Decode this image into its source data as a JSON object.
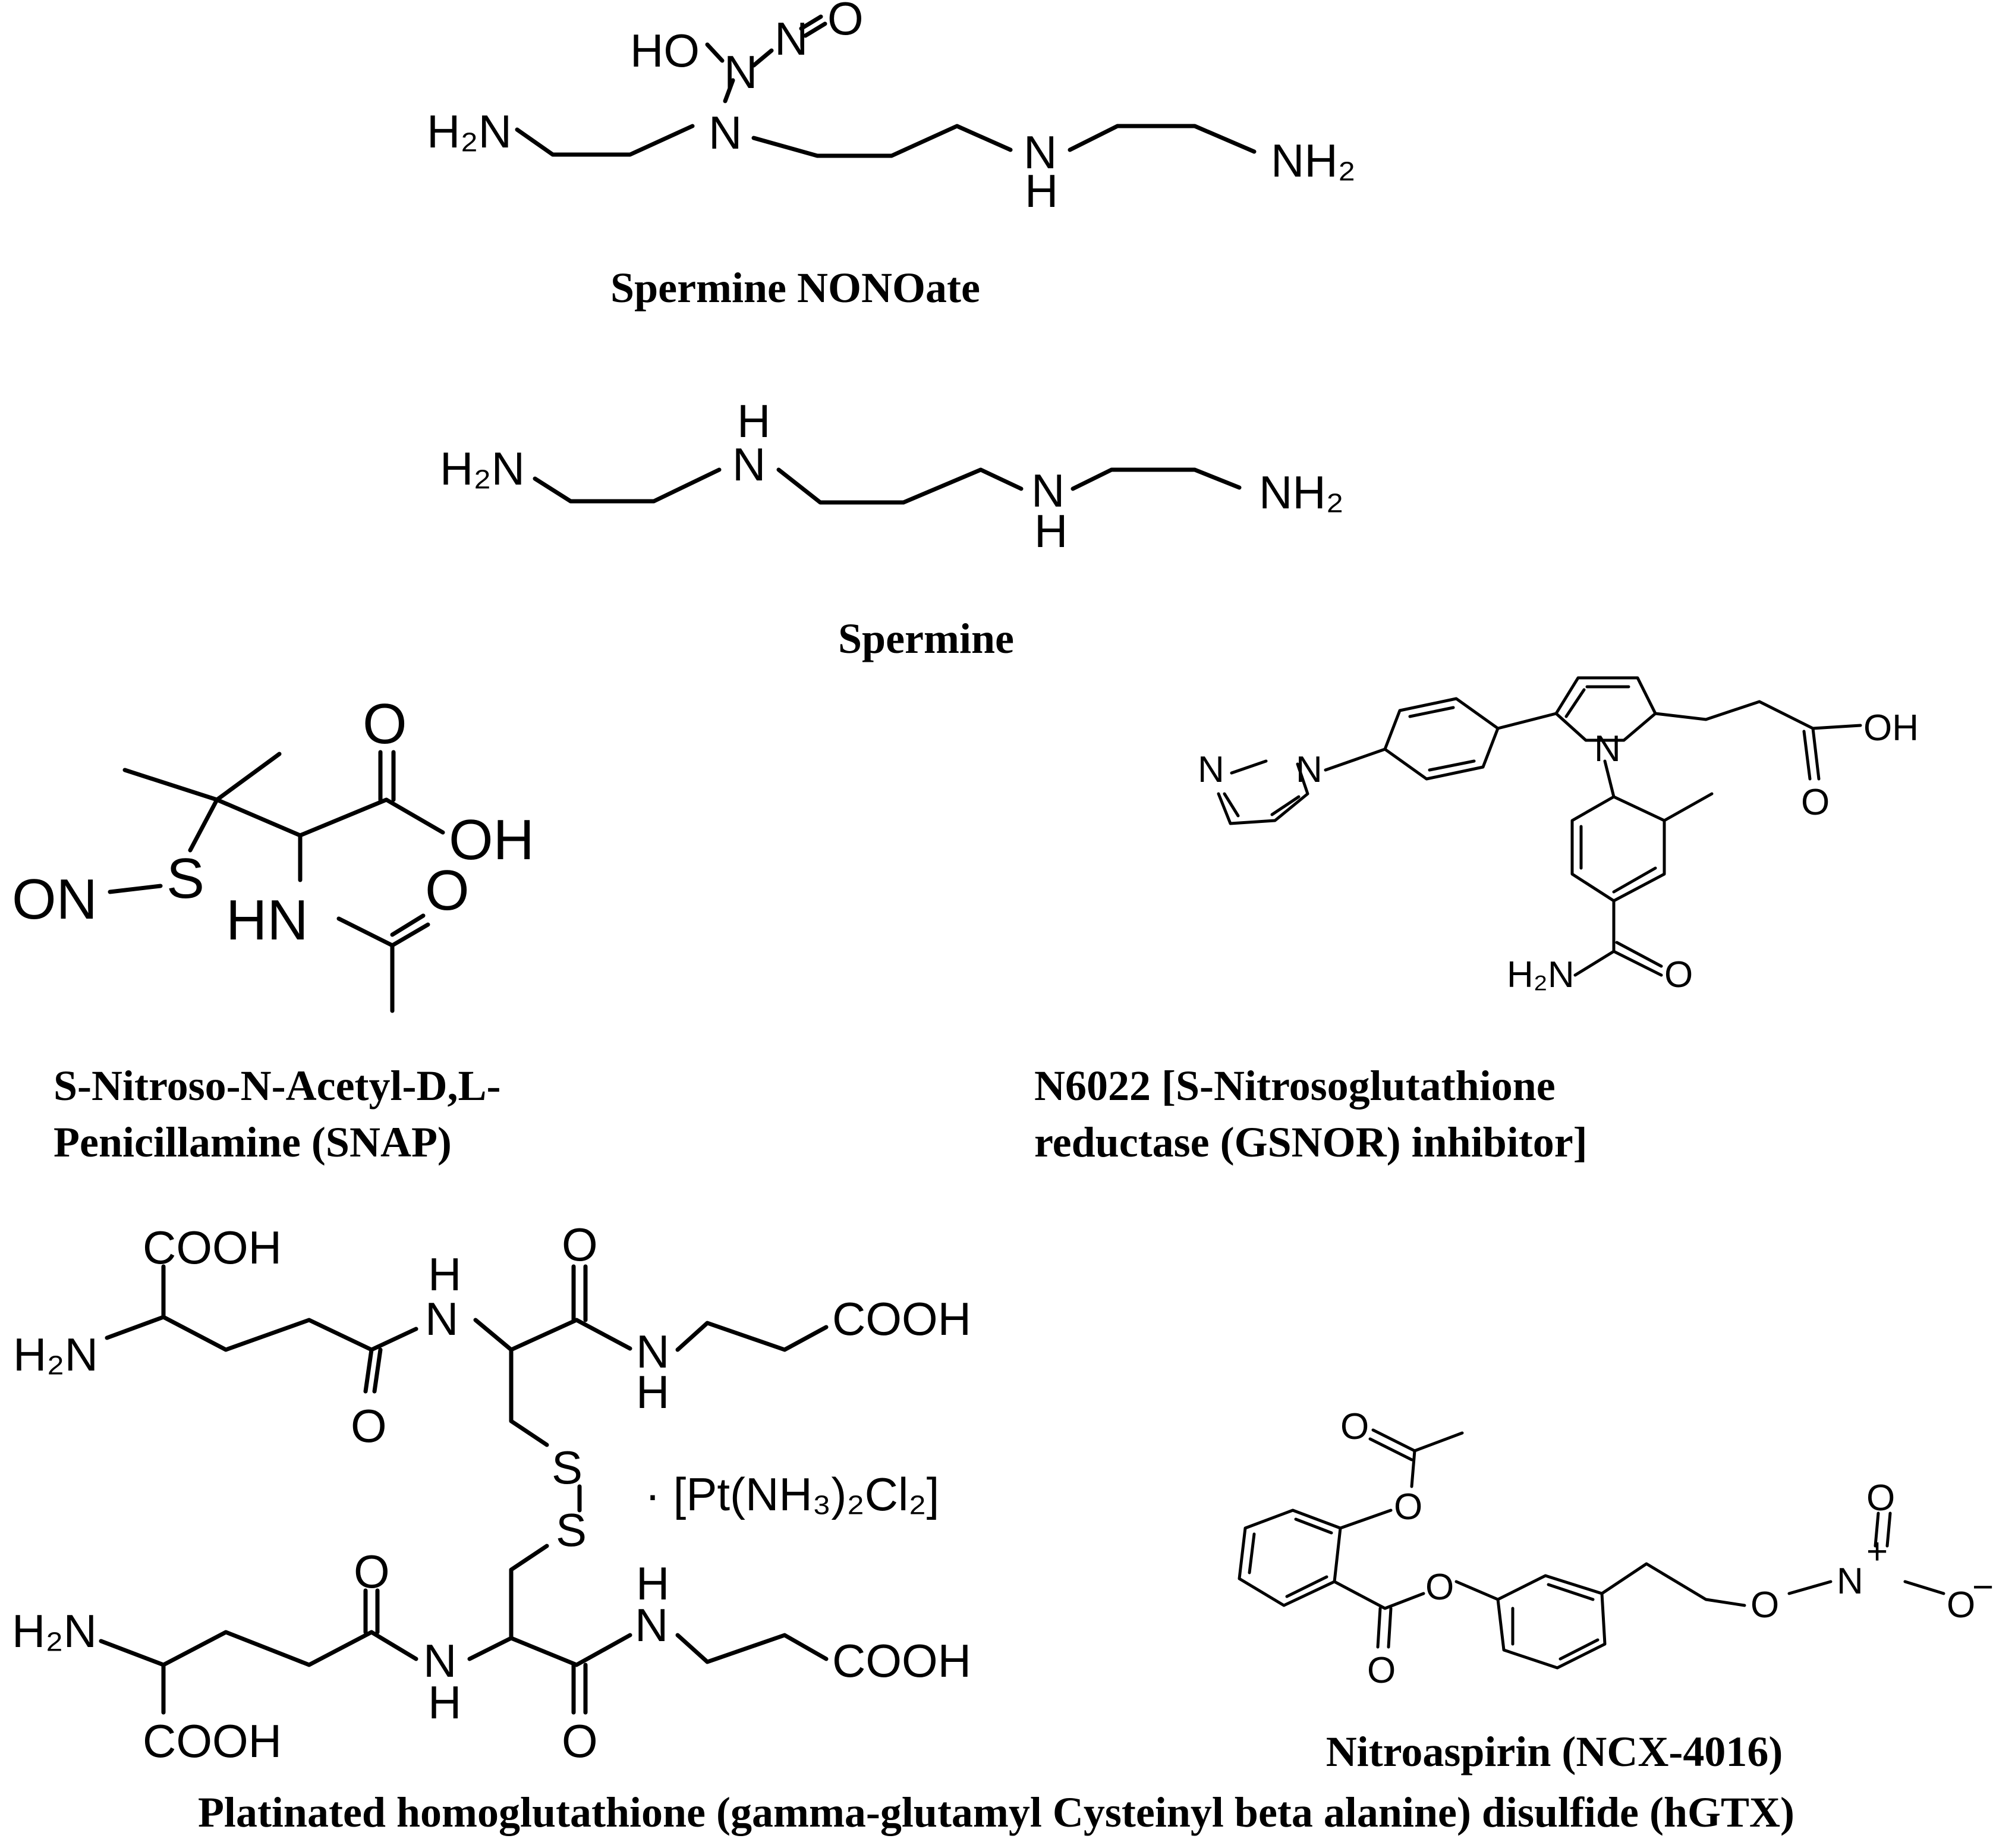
{
  "compounds": [
    {
      "id": "spermine-nonoate",
      "caption_lines": [
        "Spermine NONOate"
      ],
      "atoms": {
        "ho": "HO",
        "n_top": "N",
        "n_eq_o": "N",
        "o_top": "O",
        "n_mid": "N",
        "h2n": "H₂N",
        "nh": "N",
        "h": "H",
        "nh2": "NH₂"
      }
    },
    {
      "id": "spermine",
      "caption_lines": [
        "Spermine"
      ],
      "atoms": {
        "h2n": "H₂N",
        "h1": "H",
        "n1": "N",
        "n2": "N",
        "h2": "H",
        "nh2": "NH₂"
      }
    },
    {
      "id": "snap",
      "caption_lines": [
        "S-Nitroso-N-Acetyl-D,L-",
        "Penicillamine (SNAP)"
      ],
      "atoms": {
        "on": "ON",
        "s": "S",
        "o_top": "O",
        "oh": "OH",
        "hn": "HN",
        "o_amide": "O"
      }
    },
    {
      "id": "n6022",
      "caption_lines": [
        "N6022 [S-Nitrosoglutathione",
        "reductase (GSNOR) inhibitor]"
      ],
      "atoms": {
        "n_imid": "N",
        "n_imid2": "N",
        "n_pyrrole": "N",
        "oh": "OH",
        "o_acid": "O",
        "h2n": "H₂N",
        "o_amide": "O"
      }
    },
    {
      "id": "hgtx",
      "caption_lines": [
        "Platinated homoglutathione (gamma-glutamyl Cysteinyl beta alanine) disulfide (hGTX)"
      ],
      "atoms": {
        "cooh_tl": "COOH",
        "h2n_t": "H₂N",
        "h_t1": "H",
        "n_t1": "N",
        "o_t1": "O",
        "o_t2": "O",
        "n_t2": "N",
        "h_t2": "H",
        "cooh_tr": "COOH",
        "s1": "S",
        "s2": "S",
        "pt": "· [Pt(NH₃)₂Cl₂]",
        "o_b1": "O",
        "h_b2": "H",
        "n_b2": "N",
        "h2n_b": "H₂N",
        "n_b1": "N",
        "h_b1": "H",
        "o_b2": "O",
        "cooh_br": "COOH",
        "cooh_bl": "COOH"
      }
    },
    {
      "id": "nitroaspirin",
      "caption_lines": [
        "Nitroaspirin (NCX-4016)"
      ],
      "atoms": {
        "o_acetyl": "O",
        "o_ester1": "O",
        "o_ester2": "O",
        "o_carbonyl": "O",
        "o_nitrate": "O",
        "n_nitro": "N",
        "plus": "+",
        "o_nitro_top": "O",
        "o_nitro_minus": "O",
        "minus": "−"
      }
    }
  ]
}
